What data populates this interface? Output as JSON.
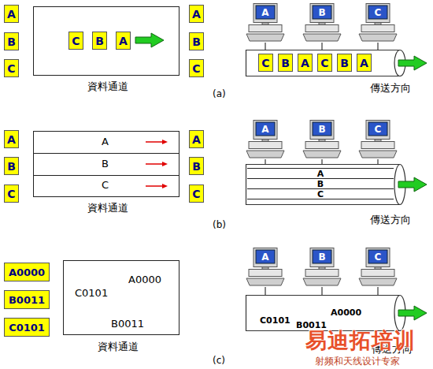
{
  "diagram": {
    "nodes": [
      {
        "text": [
          "A"
        ]
      },
      {
        "text": [
          "B"
        ]
      },
      {
        "text": [
          "C"
        ]
      },
      {
        "text": [
          "資料通道"
        ]
      },
      {
        "text": [
          "C"
        ],
        "in": 3
      },
      {
        "text": [
          "B"
        ],
        "in": 3
      },
      {
        "text": [
          "A"
        ],
        "in": 3
      },
      {
        "text": [
          "A"
        ]
      },
      {
        "text": [
          "B"
        ]
      },
      {
        "text": [
          "C"
        ]
      },
      {
        "text": [
          "A"
        ]
      },
      {
        "text": [
          "B"
        ]
      },
      {
        "text": [
          "C"
        ]
      },
      {
        "text": [
          "傳送方向"
        ]
      },
      {
        "text": [
          "C"
        ],
        "in": 13
      },
      {
        "text": [
          "B"
        ],
        "in": 13
      },
      {
        "text": [
          "A"
        ],
        "in": 13
      },
      {
        "text": [
          "C"
        ],
        "in": 13
      },
      {
        "text": [
          "B"
        ],
        "in": 13
      },
      {
        "text": [
          "A"
        ],
        "in": 13
      },
      {
        "text": [
          "A"
        ]
      },
      {
        "text": [
          "B"
        ]
      },
      {
        "text": [
          "C"
        ]
      },
      {
        "text": [
          "資料通道"
        ]
      },
      {
        "text": [
          "A"
        ],
        "in": 23
      },
      {
        "text": [
          "B"
        ],
        "in": 23
      },
      {
        "text": [
          "C"
        ],
        "in": 23
      },
      {
        "text": [
          "A"
        ]
      },
      {
        "text": [
          "B"
        ]
      },
      {
        "text": [
          "C"
        ]
      },
      {
        "text": [
          "A"
        ]
      },
      {
        "text": [
          "B"
        ]
      },
      {
        "text": [
          "C"
        ]
      },
      {
        "text": [
          "傳送方向"
        ]
      },
      {
        "text": [
          "A"
        ],
        "in": 33
      },
      {
        "text": [
          "B"
        ],
        "in": 33
      },
      {
        "text": [
          "C"
        ],
        "in": 33
      },
      {
        "text": [
          "A0000"
        ]
      },
      {
        "text": [
          "B0011"
        ]
      },
      {
        "text": [
          "C0101"
        ]
      },
      {
        "text": [
          "資料通道",
          "C0101",
          "A0000",
          "B0011"
        ]
      },
      {
        "text": [
          "A"
        ]
      },
      {
        "text": [
          "B"
        ]
      },
      {
        "text": [
          "C"
        ]
      },
      {
        "text": [
          "傳送方向",
          "C0101",
          "B0011",
          "A0000"
        ]
      }
    ],
    "edges": [
      {
        "from": 10,
        "to": 13,
        "arrow": "none"
      },
      {
        "from": 11,
        "to": 13,
        "arrow": "none"
      },
      {
        "from": 12,
        "to": 13,
        "arrow": "none"
      },
      {
        "from": 30,
        "to": 33,
        "arrow": "none"
      },
      {
        "from": 31,
        "to": 33,
        "arrow": "none"
      },
      {
        "from": 32,
        "to": 33,
        "arrow": "none"
      },
      {
        "from": 41,
        "to": 44,
        "arrow": "none"
      },
      {
        "from": 42,
        "to": 44,
        "arrow": "none"
      },
      {
        "from": 43,
        "to": 44,
        "arrow": "none"
      }
    ],
    "labels": [
      "(a)",
      "(b)",
      "(c)",
      "易迪拓培训",
      "射频和天线设计专家"
    ]
  }
}
